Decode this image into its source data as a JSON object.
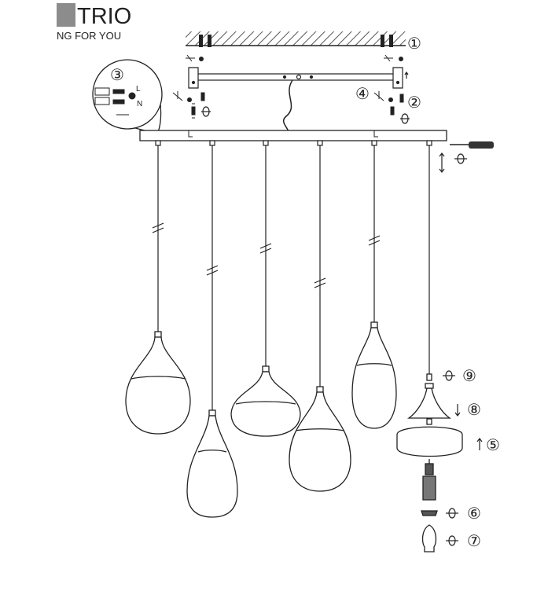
{
  "brand": {
    "name": "TRIO",
    "tagline": "NG FOR YOU",
    "badge_color": "#8c8c8c"
  },
  "steps": [
    "①",
    "②",
    "③",
    "④",
    "⑤",
    "⑥",
    "⑦",
    "⑧",
    "⑨"
  ],
  "wiring": {
    "live": "L",
    "neutral": "N"
  },
  "colors": {
    "line": "#1a1a1a",
    "hatch": "#555555"
  }
}
